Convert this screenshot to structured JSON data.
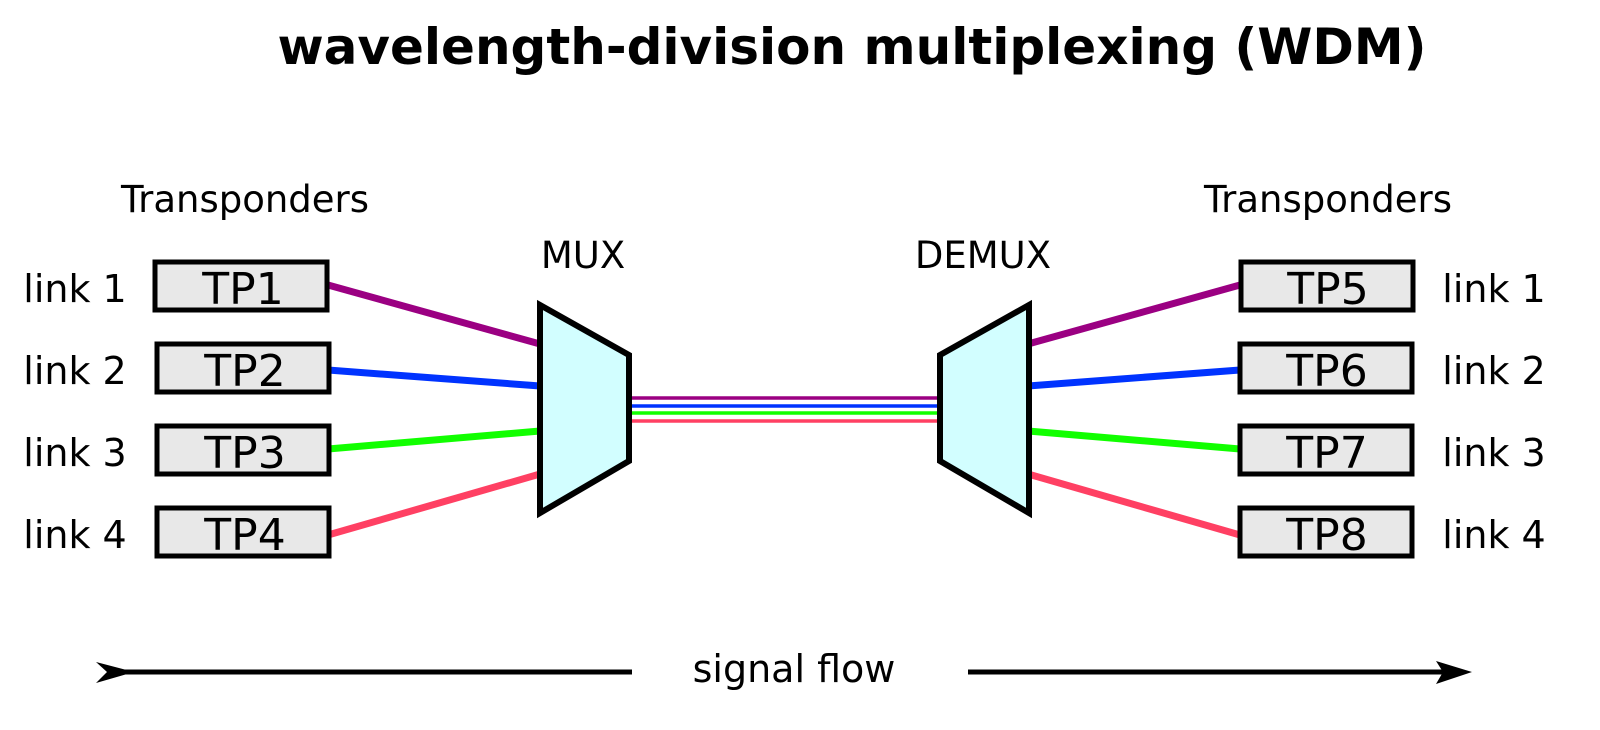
{
  "title": "wavelength-division multiplexing (WDM)",
  "left": {
    "header": "Transponders",
    "transponders": [
      {
        "label": "TP1",
        "link": "link 1",
        "color": "#9b0082"
      },
      {
        "label": "TP2",
        "link": "link 2",
        "color": "#0033ff"
      },
      {
        "label": "TP3",
        "link": "link 3",
        "color": "#11ff00"
      },
      {
        "label": "TP4",
        "link": "link 4",
        "color": "#ff4063"
      }
    ]
  },
  "right": {
    "header": "Transponders",
    "transponders": [
      {
        "label": "TP5",
        "link": "link 1",
        "color": "#9b0082"
      },
      {
        "label": "TP6",
        "link": "link 2",
        "color": "#0033ff"
      },
      {
        "label": "TP7",
        "link": "link 3",
        "color": "#11ff00"
      },
      {
        "label": "TP8",
        "link": "link 4",
        "color": "#ff4063"
      }
    ]
  },
  "mux": {
    "label": "MUX",
    "fill": "#d2feff"
  },
  "demux": {
    "label": "DEMUX",
    "fill": "#d2feff"
  },
  "signal_flow": {
    "label": "signal flow"
  }
}
